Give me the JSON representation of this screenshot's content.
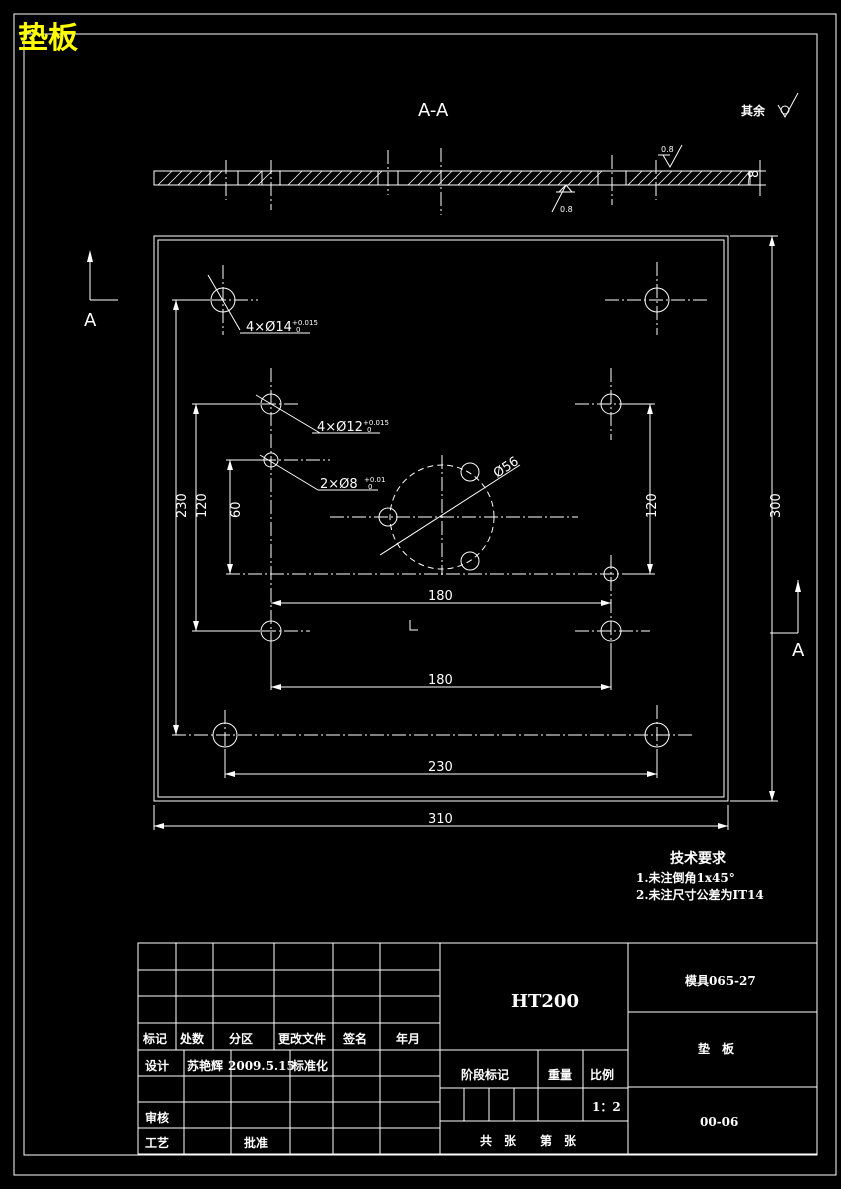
{
  "drawing_title": "垫板",
  "section_label": "A-A",
  "roughness_other": "其余",
  "roughness_values": {
    "top": "0.8",
    "bottom": "0.8"
  },
  "thickness": "8",
  "section_mark_left": "A",
  "section_mark_right": "A",
  "holes": {
    "d14": {
      "label": "4×Ø14",
      "tol_upper": "+0.015",
      "tol_lower": "0"
    },
    "d12": {
      "label": "4×Ø12",
      "tol_upper": "+0.015",
      "tol_lower": "0"
    },
    "d8": {
      "label": "2×Ø8",
      "tol_upper": "+0.01",
      "tol_lower": "0"
    },
    "d56": {
      "label": "Ø56"
    }
  },
  "dimensions": {
    "width_total": "310",
    "height_total": "300",
    "outer_holes_h": "230",
    "outer_holes_v": "230",
    "inner_holes_v_left": "120",
    "inner_holes_v_right": "120",
    "inner_holes_h_top": "180",
    "inner_holes_h_bottom": "180",
    "d8_offset": "60"
  },
  "tech_requirements": {
    "title": "技术要求",
    "items": [
      "1.未注倒角1x45°",
      "2.未注尺寸公差为IT14"
    ]
  },
  "title_block": {
    "headers": [
      "标记",
      "处数",
      "分区",
      "更改文件",
      "签名",
      "年月"
    ],
    "design_label": "设计",
    "designer": "苏艳辉",
    "design_date": "2009.5.15",
    "standardize_label": "标准化",
    "review_label": "审核",
    "process_label": "工艺",
    "approve_label": "批准",
    "material": "HT200",
    "stage_label": "阶段标记",
    "weight_label": "重量",
    "scale_label": "比例",
    "scale_value": "1：2",
    "sheets_label": "共　张　　第　张",
    "mold_code": "模具065-27",
    "part_name": "垫　板",
    "drawing_no": "00-06"
  }
}
